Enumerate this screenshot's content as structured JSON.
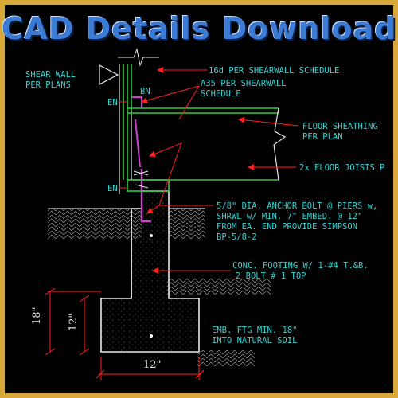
{
  "banner": {
    "title": "CAD Details Download"
  },
  "notes": {
    "shear_wall": [
      "SHEAR WALL",
      "PER PLANS"
    ],
    "nailing": "16d PER SHEARWALL SCHEDULE",
    "a35": [
      "A35 PER SHEARWALL",
      "SCHEDULE"
    ],
    "bn": "BN",
    "en_top": "EN",
    "en_bottom": "EN",
    "floor_sheathing": [
      "FLOOR SHEATHING",
      "PER PLAN"
    ],
    "floor_joists": "2x FLOOR JOISTS P",
    "anchor_bolt": [
      "5/8\" DIA. ANCHOR BOLT @ PIERS w,",
      "SHRWL w/ MIN. 7\" EMBED. @ 12\"",
      "FROM EA. END PROVIDE SIMPSON",
      "BP-5/8-2"
    ],
    "footing": [
      "CONC. FOOTING W/ 1-#4 T.&B.",
      "2 BOLT # 1 TOP"
    ],
    "embed": [
      "EMB. FTG MIN. 18\"",
      "INTO NATURAL SOIL"
    ]
  },
  "dimensions": {
    "depth_outer": "18\"",
    "depth_inner": "12\"",
    "width": "12\""
  },
  "colors": {
    "frame": "#d8a93a",
    "title": "#3b7bd4",
    "notes": "#2fd4d4",
    "leaders": "#ff2020",
    "framing": "#2ecc40",
    "concrete": "#e6e6e6",
    "hardware": "#d040d0"
  }
}
